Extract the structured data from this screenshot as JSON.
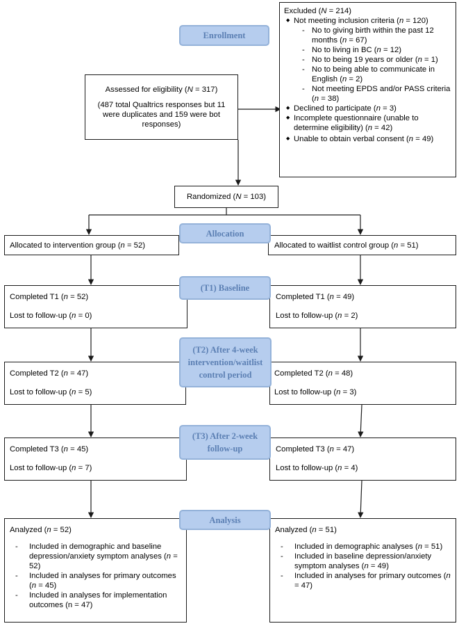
{
  "stages": {
    "enrollment": "Enrollment",
    "allocation": "Allocation",
    "baseline": "(T1) Baseline",
    "t2_line1": "(T2) After 4-week",
    "t2_line2": "intervention/waitlist",
    "t2_line3": "control period",
    "t3_line1": "(T3) After 2-week",
    "t3_line2": "follow-up",
    "analysis": "Analysis"
  },
  "assessed": {
    "prefix": "Assessed for eligibility (",
    "n_label": "N",
    "value": " = 317)",
    "note": "(487 total Qualtrics responses but 11 were duplicates and 159 were bot responses)"
  },
  "excluded": {
    "prefix": "Excluded (",
    "n_label": "N",
    "value": " = 214)",
    "not_meeting": {
      "text": "Not meeting inclusion criteria (",
      "n": "n",
      "value": " = 120)"
    },
    "reasons": [
      {
        "text": "No to giving birth within the past 12 months (",
        "n": "n",
        "value": " = 67)"
      },
      {
        "text": "No to living in BC (",
        "n": "n",
        "value": " = 12)"
      },
      {
        "text": "No to being 19 years or older (",
        "n": "n",
        "value": " = 1)"
      },
      {
        "text": "No to being able to communicate in English (",
        "n": "n",
        "value": " = 2)"
      },
      {
        "text": "Not meeting EPDS and/or PASS criteria (",
        "n": "n",
        "value": " = 38)"
      }
    ],
    "declined": {
      "text": "Declined to participate (",
      "n": "n",
      "value": " = 3)"
    },
    "incomplete": {
      "text": "Incomplete questionnaire (unable to determine eligibility) (",
      "n": "n",
      "value": " = 42)"
    },
    "unable": {
      "text": "Unable to obtain verbal consent (",
      "n": "n",
      "value": " = 49)"
    }
  },
  "randomized": {
    "prefix": "Randomized (",
    "n_label": "N",
    "value": " = 103)"
  },
  "allocation": {
    "left": {
      "text": "Allocated to intervention group (",
      "n": "n",
      "value": " = 52)"
    },
    "right": {
      "text": "Allocated to waitlist control group (",
      "n": "n",
      "value": " = 51)"
    }
  },
  "baseline": {
    "left": {
      "completed": {
        "text": "Completed T1 (",
        "n": "n",
        "value": " = 52)"
      },
      "lost": {
        "text": "Lost to follow-up (",
        "n": "n",
        "value": " = 0)"
      }
    },
    "right": {
      "completed": {
        "text": "Completed T1 (",
        "n": "n",
        "value": " = 49)"
      },
      "lost": {
        "text": "Lost to follow-up (",
        "n": "n",
        "value": " = 2)"
      }
    }
  },
  "t2": {
    "left": {
      "completed": {
        "text": "Completed T2 (",
        "n": "n",
        "value": " = 47)"
      },
      "lost": {
        "text": "Lost to follow-up (",
        "n": "n",
        "value": " = 5)"
      }
    },
    "right": {
      "completed": {
        "text": "Completed T2 (",
        "n": "n",
        "value": " = 48)"
      },
      "lost": {
        "text": "Lost to follow-up (",
        "n": "n",
        "value": " = 3)"
      }
    }
  },
  "t3": {
    "left": {
      "completed": {
        "text": "Completed T3 (",
        "n": "n",
        "value": " = 45)"
      },
      "lost": {
        "text": "Lost to follow-up (",
        "n": "n",
        "value": " = 7)"
      }
    },
    "right": {
      "completed": {
        "text": "Completed T3 (",
        "n": "n",
        "value": " = 47)"
      },
      "lost": {
        "text": "Lost to follow-up (",
        "n": "n",
        "value": " = 4)"
      }
    }
  },
  "analysis": {
    "left": {
      "header": {
        "text": "Analyzed (",
        "n": "n",
        "value": " = 52)"
      },
      "items": [
        {
          "text": "Included in demographic and baseline depression/anxiety symptom analyses (",
          "n": "n",
          "value": " = 52)"
        },
        {
          "text": "Included in analyses for primary outcomes (",
          "n": "n",
          "value": " = 45)"
        },
        {
          "text": "Included in analyses for implementation outcomes (n = 47)",
          "n": "",
          "value": ""
        }
      ]
    },
    "right": {
      "header": {
        "text": "Analyzed (",
        "n": "n",
        "value": " = 51)"
      },
      "items": [
        {
          "text": "Included in demographic analyses (",
          "n": "n",
          "value": " = 51)"
        },
        {
          "text": "Included in baseline depression/anxiety symptom analyses (",
          "n": "n",
          "value": " = 49)"
        },
        {
          "text": "Included in analyses for primary outcomes (",
          "n": "n",
          "value": " = 47)"
        }
      ]
    }
  },
  "colors": {
    "stage_fill": "#b6cdee",
    "stage_border": "#94b2d9",
    "stage_text": "#5b7fb3",
    "line": "#1a1a1a"
  }
}
